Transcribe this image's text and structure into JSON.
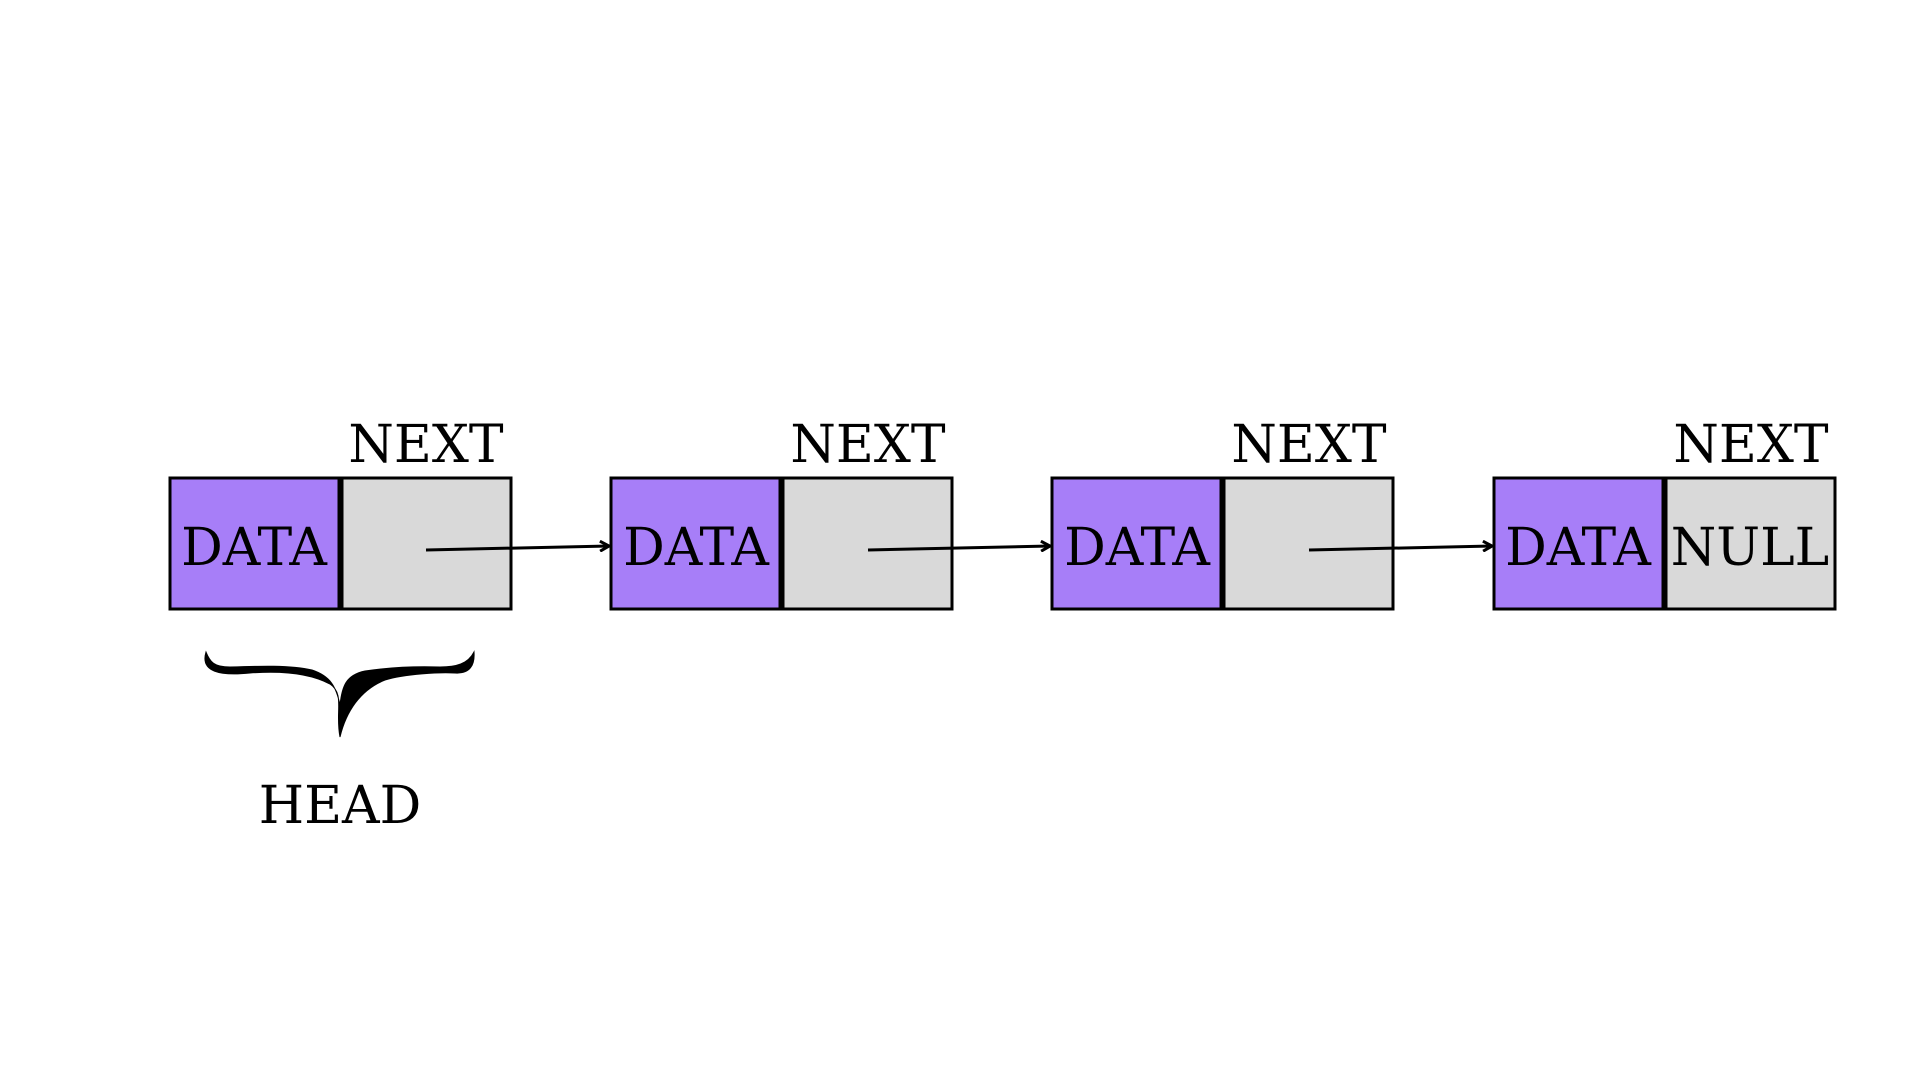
{
  "colors": {
    "data_fill": "#a77ef8",
    "next_fill": "#d9d9d9",
    "stroke": "#000000",
    "background": "#ffffff"
  },
  "nodes": [
    {
      "data_label": "DATA",
      "next_label": "NEXT",
      "pointer_value": ""
    },
    {
      "data_label": "DATA",
      "next_label": "NEXT",
      "pointer_value": ""
    },
    {
      "data_label": "DATA",
      "next_label": "NEXT",
      "pointer_value": ""
    },
    {
      "data_label": "DATA",
      "next_label": "NEXT",
      "pointer_value": "NULL"
    }
  ],
  "head": {
    "label": "HEAD",
    "icon": "curly-brace-icon"
  }
}
